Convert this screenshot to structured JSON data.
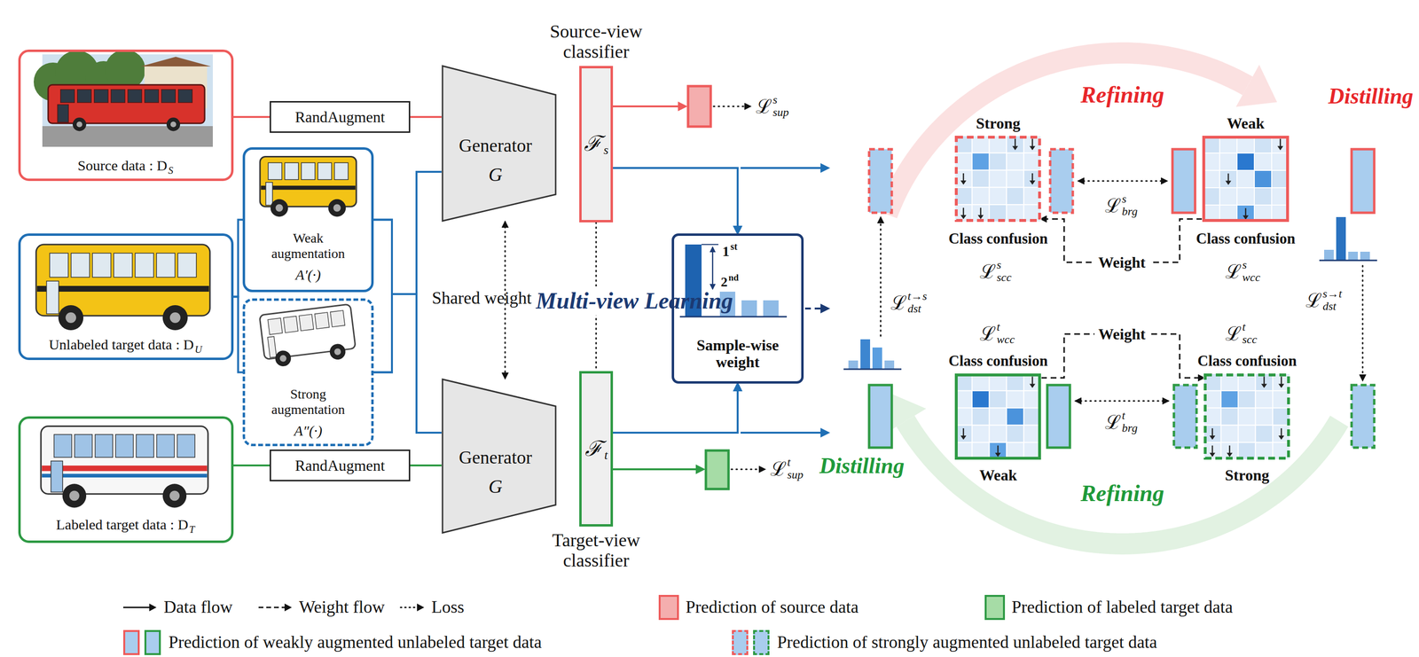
{
  "diagram": {
    "nodes": [
      {
        "text": [
          "Source data : D",
          "S"
        ]
      },
      {
        "text": [
          "Unlabeled target data : D",
          "U"
        ]
      },
      {
        "text": [
          "Labeled target data : D",
          "T"
        ]
      },
      {
        "text": [
          "Weak augmentation",
          "A′(·)"
        ]
      },
      {
        "text": [
          "Strong augmentation",
          "A″(·)"
        ]
      },
      {
        "text": [
          "RandAugment"
        ]
      },
      {
        "text": [
          "RandAugment"
        ]
      },
      {
        "text": [
          "Generator",
          "G"
        ]
      },
      {
        "text": [
          "Generator",
          "G"
        ]
      },
      {
        "text": [
          "Source-view classifier",
          "ℱ",
          "s"
        ]
      },
      {
        "text": [
          "ℱ",
          "t",
          "Target-view classifier"
        ]
      },
      {
        "text": [
          "1",
          "st",
          "2",
          "nd",
          "Sample-wise weight"
        ]
      },
      {
        "text": [
          "Strong",
          "Class confusion"
        ]
      },
      {
        "text": [
          "Weak",
          "Class confusion"
        ]
      },
      {
        "text": [
          "Class confusion",
          "Weak"
        ]
      },
      {
        "text": [
          "Class confusion",
          "Strong"
        ]
      }
    ],
    "edges": [
      {
        "from": 0,
        "to": 5,
        "arrow": "none"
      },
      {
        "from": 5,
        "to": 7,
        "arrow": "none"
      },
      {
        "from": 1,
        "to": 3,
        "arrow": "none"
      },
      {
        "from": 1,
        "to": 4,
        "arrow": "none"
      },
      {
        "from": 3,
        "to": 7,
        "arrow": "none"
      },
      {
        "from": 3,
        "to": 8,
        "arrow": "none"
      },
      {
        "from": 4,
        "to": 7,
        "arrow": "none"
      },
      {
        "from": 4,
        "to": 8,
        "arrow": "none"
      },
      {
        "from": 2,
        "to": 6,
        "arrow": "none"
      },
      {
        "from": 6,
        "to": 8,
        "arrow": "none"
      },
      {
        "from": 7,
        "to": 8,
        "arrow": "both",
        "label": "Shared weight"
      },
      {
        "from": 9,
        "to": 10,
        "arrow": "none",
        "label": "Multi-view Learning"
      },
      {
        "from": 9,
        "to": 11,
        "arrow": "to"
      },
      {
        "from": 10,
        "to": 11,
        "arrow": "to"
      },
      {
        "from": 13,
        "to": 12,
        "arrow": "to",
        "label": "Weight"
      },
      {
        "from": 14,
        "to": 15,
        "arrow": "to",
        "label": "Weight"
      }
    ],
    "labels": [
      "Refining",
      "Distilling",
      "Distilling",
      "Refining",
      "ℒ",
      "s",
      "sup",
      "ℒ",
      "t",
      "sup",
      "ℒ",
      "s",
      "scc",
      "ℒ",
      "s",
      "brg",
      "ℒ",
      "s",
      "wcc",
      "ℒ",
      "t→s",
      "dst",
      "ℒ",
      "s→t",
      "dst",
      "ℒ",
      "t",
      "wcc",
      "ℒ",
      "t",
      "brg",
      "ℒ",
      "t",
      "scc"
    ],
    "legend": [
      {
        "text": "Data flow"
      },
      {
        "text": "Weight flow"
      },
      {
        "text": "Loss"
      },
      {
        "text": "Prediction of source data",
        "color": "#f4aeae"
      },
      {
        "text": "Prediction of labeled target data",
        "color": "#a6dca6"
      },
      {
        "text": "Prediction of weakly augmented unlabeled target data",
        "color": "#a9cdee"
      },
      {
        "text": "Prediction of strongly augmented unlabeled target data",
        "color": "#a9cdee"
      }
    ]
  }
}
